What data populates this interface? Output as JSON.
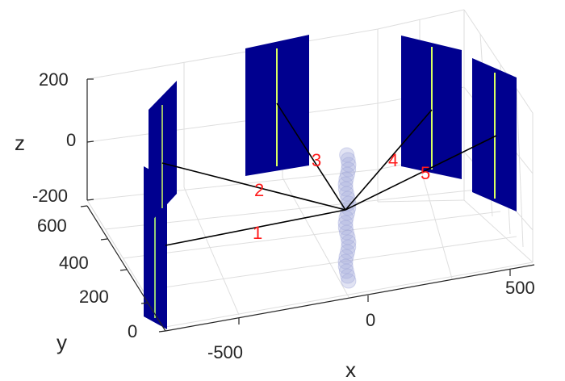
{
  "chart_data": {
    "type": "scatter",
    "title": "",
    "xlabel": "x",
    "ylabel": "y",
    "zlabel": "z",
    "x_ticks": [
      "-500",
      "0",
      "500"
    ],
    "y_ticks": [
      "0",
      "200",
      "400",
      "600"
    ],
    "z_ticks": [
      "-200",
      "0",
      "200"
    ],
    "grid": true,
    "colors": {
      "axis": "#262626",
      "grid": "#dedede",
      "projection_label": "#ff1a1a",
      "projection_bg": "#00008f",
      "beam": "#3c5cff",
      "point_cloud": "#aab0dc"
    },
    "projections": [
      {
        "label": "1"
      },
      {
        "label": "2"
      },
      {
        "label": "3"
      },
      {
        "label": "4"
      },
      {
        "label": "5"
      }
    ]
  }
}
